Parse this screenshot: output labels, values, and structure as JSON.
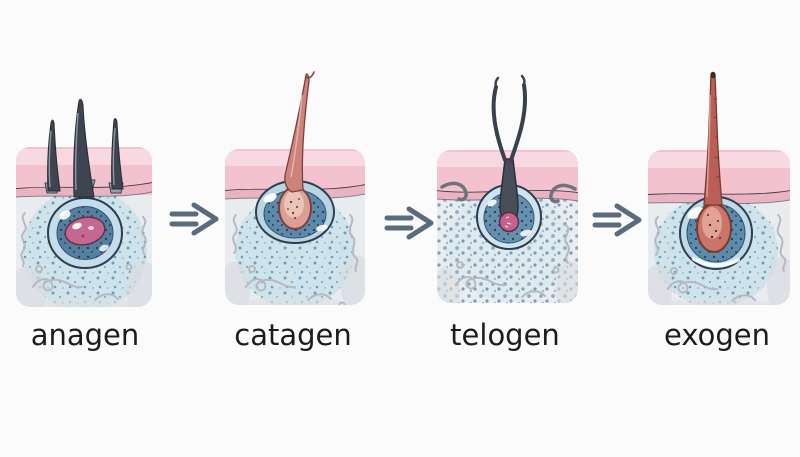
{
  "diagram": {
    "type": "hair-growth-cycle-stages",
    "stages": [
      {
        "id": "anagen",
        "label": "anagen"
      },
      {
        "id": "catagen",
        "label": "catagen"
      },
      {
        "id": "telogen",
        "label": "telogen"
      },
      {
        "id": "exogen",
        "label": "exogen"
      }
    ],
    "arrows": [
      {
        "icon": "double-arrow-right-icon",
        "glyph": "⇒"
      },
      {
        "icon": "double-arrow-right-icon",
        "glyph": "⇒"
      },
      {
        "icon": "double-arrow-right-icon",
        "glyph": "⇒"
      }
    ],
    "colors": {
      "background": "#fafbfa",
      "label_text": "#1c1c1e",
      "arrow": "#5a6b7d",
      "epidermis_pink": "#f3c2ce",
      "epidermis_highlight": "#f9dce4",
      "dermis_wash_teal": "#cfe3ea",
      "dermis_base": "#e8ecef",
      "stipple_blue": "#6f9dbd",
      "follicle_outer_blue": "#c2dcea",
      "follicle_inner_blue": "#557f9e",
      "papilla_pink": "#c4688f",
      "hair_dark": "#3e4551",
      "hair_club_red": "#c06a60",
      "catagen_shaft": "#cb837b",
      "squiggle_gray": "#b6b9c0"
    }
  }
}
